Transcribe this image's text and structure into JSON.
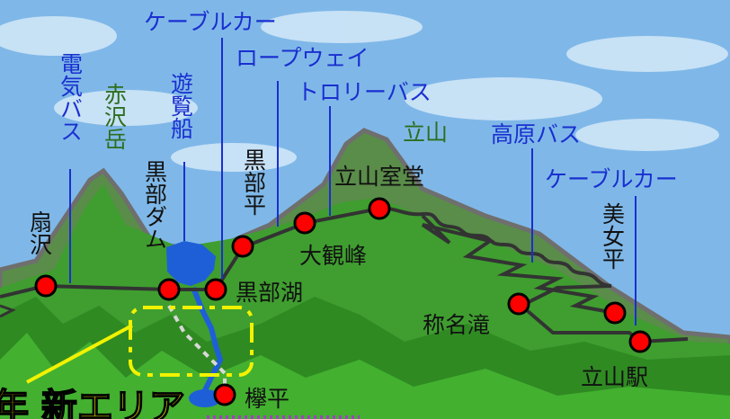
{
  "colors": {
    "sky": "#7fb8e8",
    "cloud": "#cfe6f7",
    "mountain_far": "#5a8c4a",
    "mountain_mid": "#3f9e2f",
    "mountain_near": "#2f8a22",
    "rock": "#6f6f6f",
    "route_line": "#333333",
    "station_fill": "#ff0000",
    "transport_label": "#1a2fd0",
    "peak_label": "#2e6e1e",
    "station_label": "#111111",
    "highlight_box": "#f2f200",
    "lake": "#1e5fd8"
  },
  "transport": {
    "cable_car_1": "ケーブルカー",
    "ropeway": "ロープウェイ",
    "trolley_bus": "トロリーバス",
    "electric_bus": "電気バス",
    "sightseeing_boat": "遊覧船",
    "kogen_bus": "高原バス",
    "cable_car_2": "ケーブルカー"
  },
  "peaks": {
    "akazawadake": "赤沢岳",
    "tateyama": "立山"
  },
  "stations": {
    "ogisawa": "扇沢",
    "kurobe_dam": "黒部ダム",
    "kurobe_ko": "黒部湖",
    "kurobe_daira": "黒部平",
    "daikanbo": "大観峰",
    "murodo": "立山室堂",
    "shomyo_daki": "称名滝",
    "bijodaira": "美女平",
    "tateyama_eki": "立山駅",
    "keyakidaira": "欅平"
  },
  "banner": {
    "text": "年 新エリア"
  }
}
